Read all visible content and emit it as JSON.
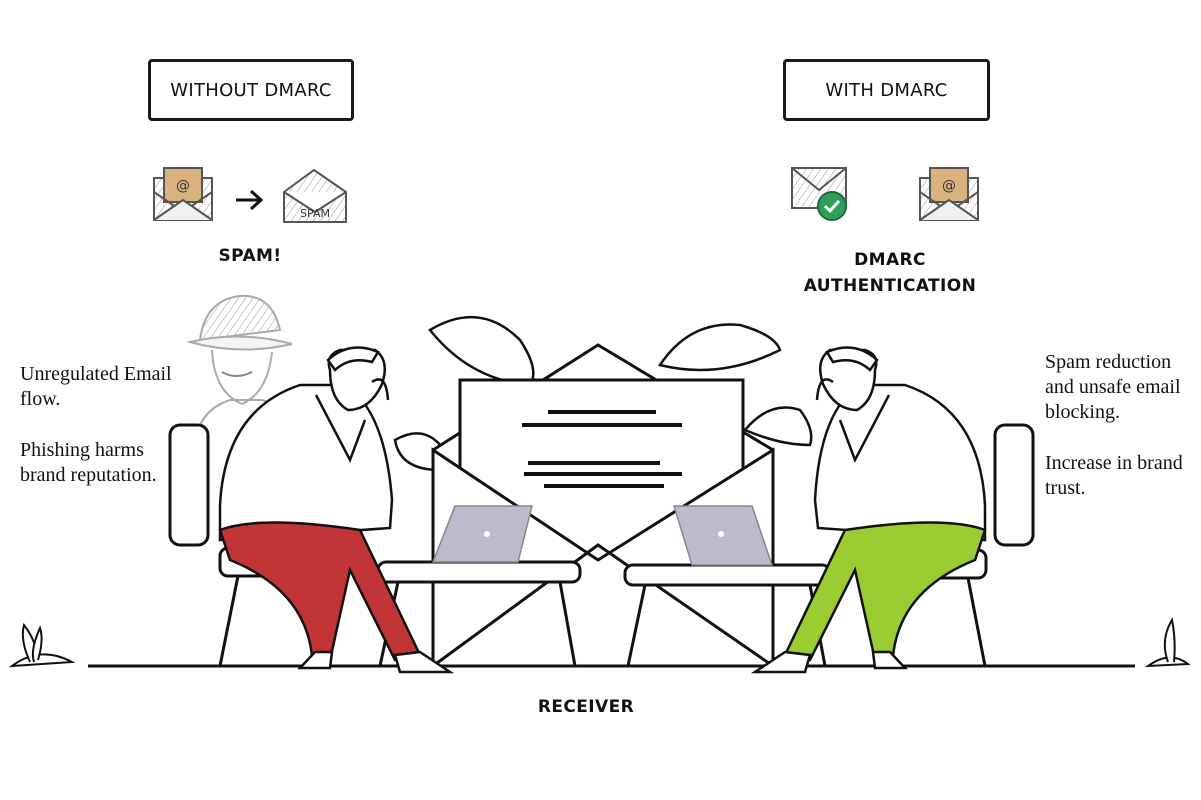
{
  "without": {
    "box_label": "WITHOUT DMARC",
    "result_label": "SPAM!",
    "spam_envelope_text": "SPAM",
    "notes": [
      "Unregulated Email flow.",
      "Phishing harms brand reputation."
    ]
  },
  "with": {
    "box_label": "WITH DMARC",
    "result_label": "DMARC AUTHENTICATION",
    "notes": [
      "Spam reduction and unsafe email blocking.",
      "Increase in brand trust."
    ]
  },
  "center": {
    "label": "RECEIVER"
  },
  "colors": {
    "left_pants": "#c23536",
    "right_pants": "#9bcc31",
    "laptop": "#b9bccb",
    "envelope_paper": "#d9b27f",
    "check_badge": "#2f9e5b"
  },
  "icons": {
    "left_sender": "email-envelope-icon",
    "arrow": "arrow-right-icon",
    "left_result": "spam-envelope-icon",
    "right_sender": "verified-envelope-icon",
    "right_result": "email-envelope-icon",
    "attacker": "hacker-icon"
  }
}
